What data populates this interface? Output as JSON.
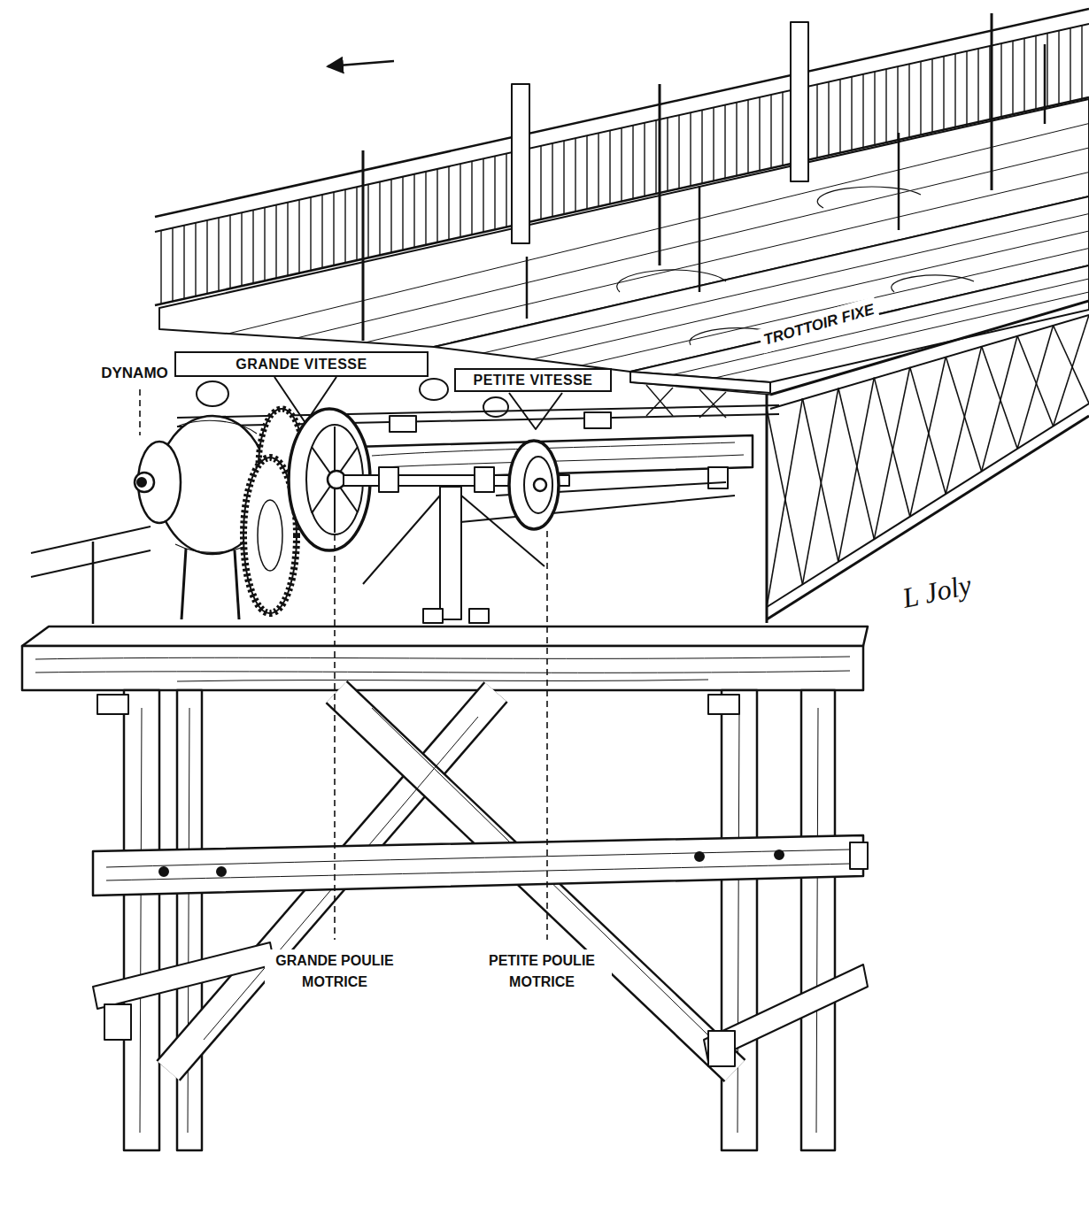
{
  "diagram": {
    "nodes": [
      {
        "text": [
          "GRANDE VITESSE"
        ]
      },
      {
        "text": [
          "PETITE VITESSE"
        ]
      }
    ],
    "labels": [
      "DYNAMO",
      "TROTTOIR FIXE",
      "GRANDE POULIE MOTRICE",
      "PETITE POULIE MOTRICE",
      "L Joly"
    ]
  }
}
